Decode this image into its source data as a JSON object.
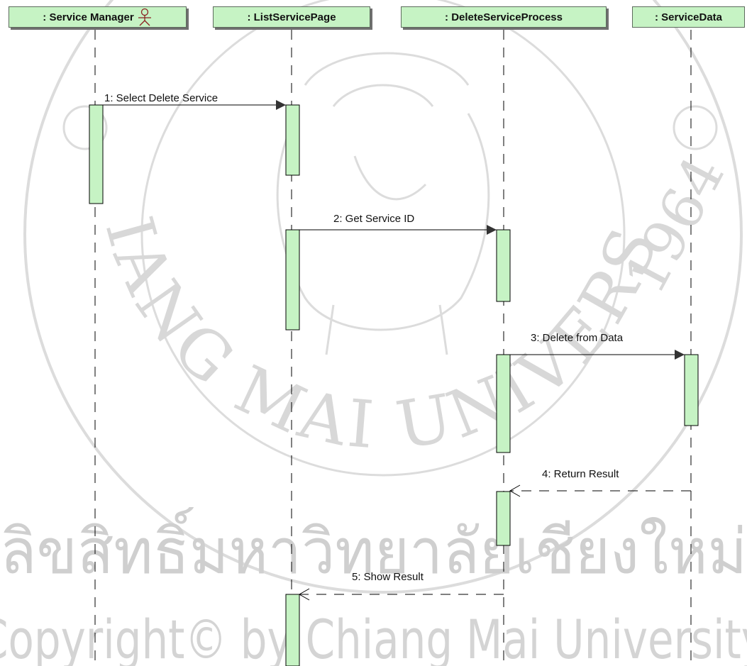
{
  "lifelines": [
    {
      "id": "service-manager",
      "label": ": Service Manager",
      "actor": true
    },
    {
      "id": "list-service-page",
      "label": ": ListServicePage",
      "actor": false
    },
    {
      "id": "delete-service-process",
      "label": ": DeleteServiceProcess",
      "actor": false
    },
    {
      "id": "service-data",
      "label": ": ServiceData",
      "actor": false
    }
  ],
  "messages": [
    {
      "label": "1: Select Delete Service",
      "from": "service-manager",
      "to": "list-service-page",
      "kind": "call"
    },
    {
      "label": "2: Get Service ID",
      "from": "list-service-page",
      "to": "delete-service-process",
      "kind": "call"
    },
    {
      "label": "3: Delete from Data",
      "from": "delete-service-process",
      "to": "service-data",
      "kind": "call"
    },
    {
      "label": "4: Return Result",
      "from": "service-data",
      "to": "delete-service-process",
      "kind": "return"
    },
    {
      "label": "5: Show Result",
      "from": "delete-service-process",
      "to": "list-service-page",
      "kind": "return"
    }
  ],
  "watermark": {
    "arc_text": "CHIANG MAI UNIVERSITY",
    "year": "1964",
    "thai_line": "ลิขสิทธิ์มหาวิทยาลัยเชียงใหม่",
    "copyright_line": "Copyright© by Chiang Mai University"
  },
  "colors": {
    "box_fill": "#c6f3c4",
    "activation_fill": "#c6f3c4",
    "line": "#000000",
    "watermark": "#d4d4d4"
  }
}
